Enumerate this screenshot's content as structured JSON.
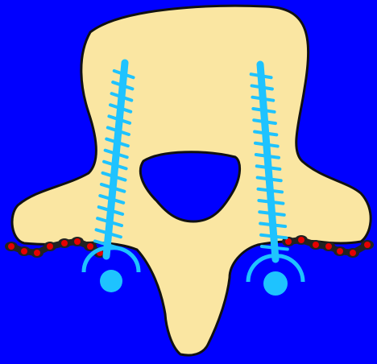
{
  "colors": {
    "background": "#0000ff",
    "bone_fill": "#fae6a2",
    "bone_outline": "#111111",
    "screw": "#1ec3ff",
    "screw_dark": "#0e8fd0",
    "nerve_red": "#e60000",
    "nerve_dark": "#222222"
  },
  "icons": {
    "vertebra": "vertebra-illustration",
    "canal": "spinal-canal",
    "screw": "pedicle-screw",
    "nerve": "nerve-root"
  }
}
